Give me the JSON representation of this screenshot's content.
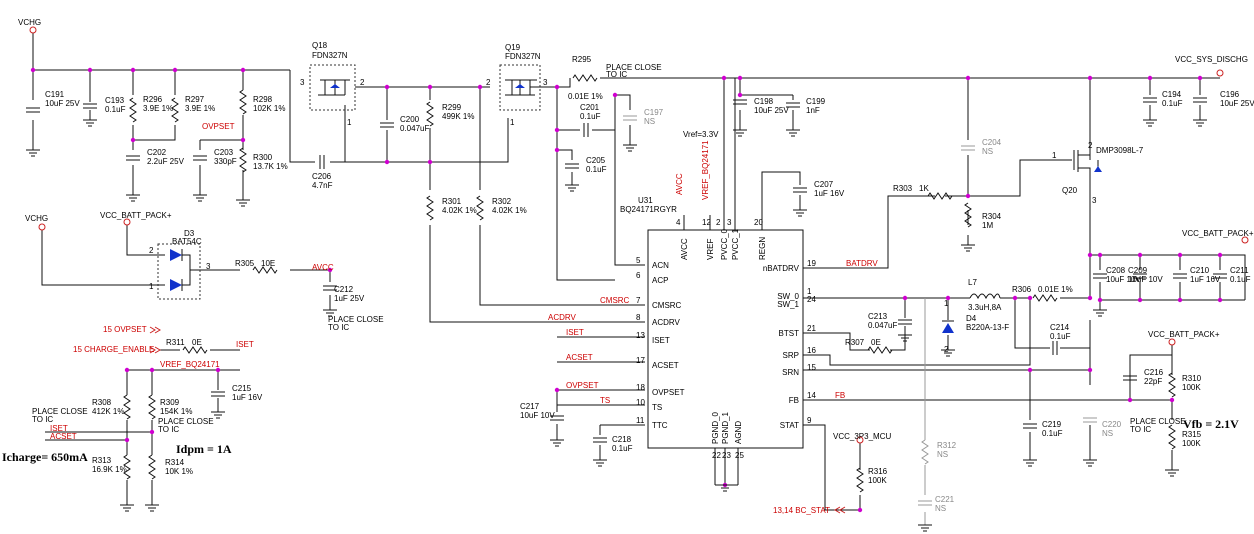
{
  "nets": {
    "vchg_top": "VCHG",
    "vchg_left": "VCHG",
    "vcc_batt_pack_left": "VCC_BATT_PACK+",
    "vcc_sys_dischg": "VCC_SYS_DISCHG",
    "vcc_batt_pack_right": "VCC_BATT_PACK+",
    "vcc_batt_pack_mid": "VCC_BATT_PACK+",
    "vcc_3p3_mcu": "VCC_3P3_MCU",
    "ovpset_a": "OVPSET",
    "avcc": "AVCC",
    "avcc_vert": "AVCC",
    "vref_vert": "VREF_BQ24171",
    "vref_bq": "VREF_BQ24171",
    "cmsrc": "CMSRC",
    "acdrv": "ACDRV",
    "iset": "ISET",
    "acset": "ACSET",
    "ovpset_b": "OVPSET",
    "ts": "TS",
    "batdrv": "BATDRV",
    "fb": "FB",
    "iset_left": "ISET",
    "acset_left": "ACSET",
    "iset_right": "ISET"
  },
  "ports": {
    "ovpset_port": "15 OVPSET",
    "charge_enable_port": "15 CHARGE_ENABLE",
    "bc_stat_port": "13,14 BC_STAT"
  },
  "ic": {
    "ref": "U31",
    "part": "BQ24171RGYR",
    "vref_label": "Vref=3.3V",
    "pins_top": [
      {
        "name": "AVCC",
        "num": "4"
      },
      {
        "name": "VREF",
        "num": "12"
      },
      {
        "name": "PVCC_0",
        "num": "2"
      },
      {
        "name": "PVCC_1",
        "num": "3"
      },
      {
        "name": "REGN",
        "num": "20"
      }
    ],
    "pins_left": [
      {
        "name": "ACN",
        "num": "5"
      },
      {
        "name": "ACP",
        "num": "6"
      },
      {
        "name": "CMSRC",
        "num": "7"
      },
      {
        "name": "ACDRV",
        "num": "8"
      },
      {
        "name": "ISET",
        "num": "13"
      },
      {
        "name": "ACSET",
        "num": "17"
      },
      {
        "name": "OVPSET",
        "num": "18"
      },
      {
        "name": "TS",
        "num": "10"
      },
      {
        "name": "TTC",
        "num": "11"
      }
    ],
    "pins_right": [
      {
        "name": "nBATDRV",
        "num": "19"
      },
      {
        "name": "SW_0",
        "num": "1"
      },
      {
        "name": "SW_1",
        "num": "24"
      },
      {
        "name": "BTST",
        "num": "21"
      },
      {
        "name": "SRP",
        "num": "16"
      },
      {
        "name": "SRN",
        "num": "15"
      },
      {
        "name": "FB",
        "num": "14"
      },
      {
        "name": "STAT",
        "num": "9"
      }
    ],
    "pins_bottom": [
      {
        "name": "PGND_0",
        "num": "22"
      },
      {
        "name": "PGND_1",
        "num": "23"
      },
      {
        "name": "AGND",
        "num": "25"
      }
    ]
  },
  "mosfets": {
    "q18_ref": "Q18",
    "q18_part": "FDN327N",
    "q19_ref": "Q19",
    "q19_part": "FDN327N",
    "q20_ref": "Q20",
    "q20_part": "DMP3098L-7"
  },
  "pin_numbers": {
    "q18_3": "3",
    "q18_2": "2",
    "q18_1": "1",
    "q19_2": "2",
    "q19_3": "3",
    "q19_1": "1",
    "q20_1": "1",
    "q20_2": "2",
    "q20_3": "3",
    "d3_2": "2",
    "d3_1": "1",
    "d3_3": "3",
    "d4_1": "1",
    "d4_2": "2"
  },
  "diodes": {
    "d3_ref": "D3",
    "d3_part": "BAT54C",
    "d4_ref": "D4",
    "d4_part": "B220A-13-F"
  },
  "inductor": {
    "ref": "L7",
    "value": "3.3uH,8A"
  },
  "capacitors": {
    "c191": {
      "ref": "C191",
      "value": "10uF 25V"
    },
    "c193": {
      "ref": "C193",
      "value": "0.1uF"
    },
    "c202": {
      "ref": "C202",
      "value": "2.2uF 25V"
    },
    "c203": {
      "ref": "C203",
      "value": "330pF"
    },
    "c206": {
      "ref": "C206",
      "value": "4.7nF"
    },
    "c200": {
      "ref": "C200",
      "value": "0.047uF"
    },
    "c201": {
      "ref": "C201",
      "value": "0.1uF"
    },
    "c197": {
      "ref": "C197",
      "value": "NS"
    },
    "c205": {
      "ref": "C205",
      "value": "0.1uF"
    },
    "c198": {
      "ref": "C198",
      "value": "10uF 25V"
    },
    "c199": {
      "ref": "C199",
      "value": "1nF"
    },
    "c207": {
      "ref": "C207",
      "value": "1uF 16V"
    },
    "c204": {
      "ref": "C204",
      "value": "NS"
    },
    "c194": {
      "ref": "C194",
      "value": "0.1uF"
    },
    "c196": {
      "ref": "C196",
      "value": "10uF 25V"
    },
    "c208": {
      "ref": "C208",
      "value": "10uF 10V"
    },
    "c209": {
      "ref": "C209",
      "value": "10uF 10V"
    },
    "c210": {
      "ref": "C210",
      "value": "1uF 16V"
    },
    "c211": {
      "ref": "C211",
      "value": "0.1uF"
    },
    "c212": {
      "ref": "C212",
      "value": "1uF 25V"
    },
    "c213": {
      "ref": "C213",
      "value": "0.047uF"
    },
    "c214": {
      "ref": "C214",
      "value": "0.1uF"
    },
    "c215": {
      "ref": "C215",
      "value": "1uF 16V"
    },
    "c216": {
      "ref": "C216",
      "value": "22pF"
    },
    "c217": {
      "ref": "C217",
      "value": "10uF 10V"
    },
    "c218": {
      "ref": "C218",
      "value": "0.1uF"
    },
    "c219": {
      "ref": "C219",
      "value": "0.1uF"
    },
    "c220": {
      "ref": "C220",
      "value": "NS"
    },
    "c221": {
      "ref": "C221",
      "value": "NS"
    }
  },
  "resistors": {
    "r295": {
      "ref": "R295",
      "value": "0.01E 1%"
    },
    "r296": {
      "ref": "R296",
      "value": "3.9E 1%"
    },
    "r297": {
      "ref": "R297",
      "value": "3.9E 1%"
    },
    "r298": {
      "ref": "R298",
      "value": "102K 1%"
    },
    "r300": {
      "ref": "R300",
      "value": "13.7K 1%"
    },
    "r299": {
      "ref": "R299",
      "value": "499K 1%"
    },
    "r301": {
      "ref": "R301",
      "value": "4.02K 1%"
    },
    "r302": {
      "ref": "R302",
      "value": "4.02K 1%"
    },
    "r303": {
      "ref": "R303",
      "value": "1K"
    },
    "r304": {
      "ref": "R304",
      "value": "1M"
    },
    "r305": {
      "ref": "R305",
      "value": "10E"
    },
    "r306": {
      "ref": "R306",
      "value": "0.01E 1%"
    },
    "r307": {
      "ref": "R307",
      "value": "0E"
    },
    "r308": {
      "ref": "R308",
      "value": "412K 1%"
    },
    "r309": {
      "ref": "R309",
      "value": "154K 1%"
    },
    "r310": {
      "ref": "R310",
      "value": "100K"
    },
    "r311": {
      "ref": "R311",
      "value": "0E"
    },
    "r312": {
      "ref": "R312",
      "value": "NS"
    },
    "r313": {
      "ref": "R313",
      "value": "16.9K 1%"
    },
    "r314": {
      "ref": "R314",
      "value": "10K 1%"
    },
    "r315": {
      "ref": "R315",
      "value": "100K"
    },
    "r316": {
      "ref": "R316",
      "value": "100K"
    }
  },
  "notes": {
    "place_close_r295_a": "PLACE CLOSE",
    "place_close_r295_b": "TO IC",
    "place_close_c212_a": "PLACE CLOSE",
    "place_close_c212_b": "TO IC",
    "place_close_left_a": "PLACE CLOSE",
    "place_close_left_b": "TO IC",
    "place_close_r309_a": "PLACE CLOSE",
    "place_close_r309_b": "TO IC",
    "place_close_fb_a": "PLACE CLOSE",
    "place_close_fb_b": "TO IC",
    "icharge": "Icharge= 650mA",
    "idpm": "Idpm = 1A",
    "vfb": "Vfb = 2.1V"
  },
  "colors": {
    "wire": "#111111",
    "net_label": "#cc0000",
    "junction": "#d000d0",
    "not_stuffed": "#888888"
  }
}
